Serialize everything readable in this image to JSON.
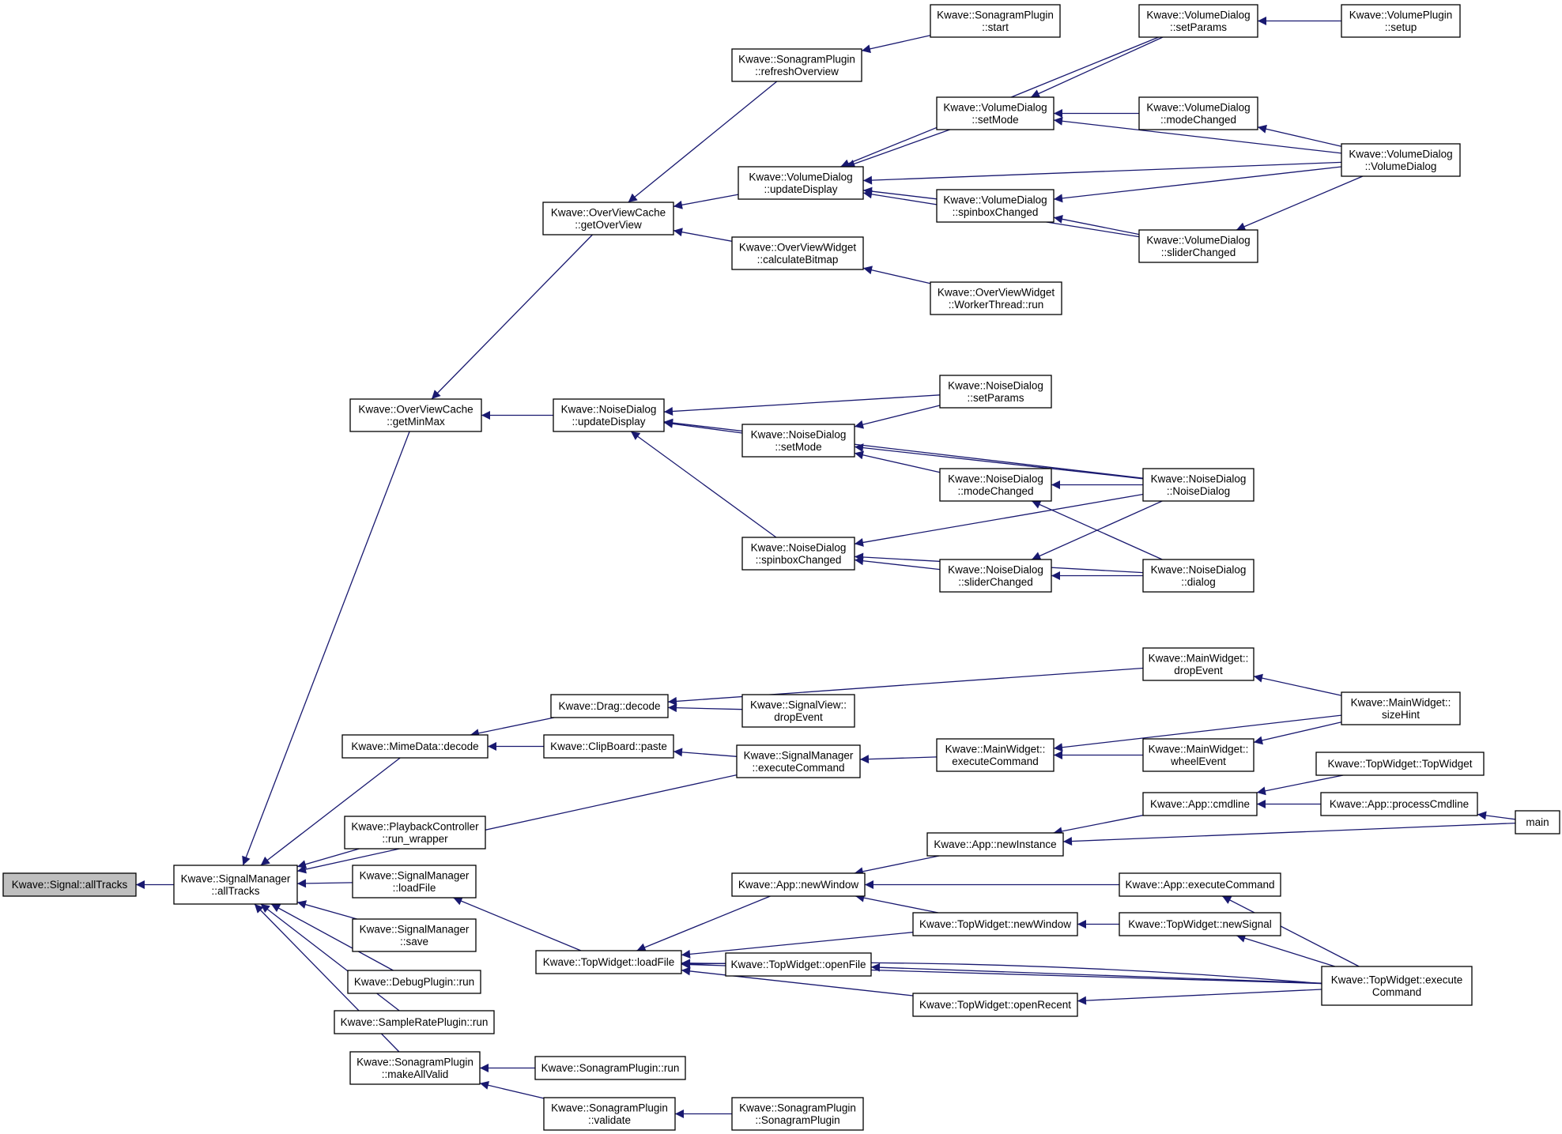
{
  "graph": {
    "title": "Kwave::Signal::allTracks caller graph",
    "colors": {
      "edge": "#191970",
      "node_border": "#000000",
      "root_fill": "#bfbfbf",
      "node_fill": "#ffffff"
    },
    "nodes": [
      {
        "id": "allTracks",
        "lines": [
          "Kwave::Signal::allTracks"
        ],
        "root": true
      },
      {
        "id": "smAllTracks",
        "lines": [
          "Kwave::SignalManager",
          "::allTracks"
        ]
      },
      {
        "id": "getMinMax",
        "lines": [
          "Kwave::OverViewCache",
          "::getMinMax"
        ]
      },
      {
        "id": "mimeDecode",
        "lines": [
          "Kwave::MimeData::decode"
        ]
      },
      {
        "id": "runWrapper",
        "lines": [
          "Kwave::PlaybackController",
          "::run_wrapper"
        ]
      },
      {
        "id": "smLoadFile",
        "lines": [
          "Kwave::SignalManager",
          "::loadFile"
        ]
      },
      {
        "id": "smSave",
        "lines": [
          "Kwave::SignalManager",
          "::save"
        ]
      },
      {
        "id": "debugRun",
        "lines": [
          "Kwave::DebugPlugin::run"
        ]
      },
      {
        "id": "srRun",
        "lines": [
          "Kwave::SampleRatePlugin::run"
        ]
      },
      {
        "id": "makeAllValid",
        "lines": [
          "Kwave::SonagramPlugin",
          "::makeAllValid"
        ]
      },
      {
        "id": "getOverView",
        "lines": [
          "Kwave::OverViewCache",
          "::getOverView"
        ]
      },
      {
        "id": "ndUpdate",
        "lines": [
          "Kwave::NoiseDialog",
          "::updateDisplay"
        ]
      },
      {
        "id": "dragDecode",
        "lines": [
          "Kwave::Drag::decode"
        ]
      },
      {
        "id": "cbPaste",
        "lines": [
          "Kwave::ClipBoard::paste"
        ]
      },
      {
        "id": "twLoadFile",
        "lines": [
          "Kwave::TopWidget::loadFile"
        ]
      },
      {
        "id": "spRun",
        "lines": [
          "Kwave::SonagramPlugin::run"
        ]
      },
      {
        "id": "spValidate",
        "lines": [
          "Kwave::SonagramPlugin",
          "::validate"
        ]
      },
      {
        "id": "spRefresh",
        "lines": [
          "Kwave::SonagramPlugin",
          "::refreshOverview"
        ]
      },
      {
        "id": "vdUpdate",
        "lines": [
          "Kwave::VolumeDialog",
          "::updateDisplay"
        ]
      },
      {
        "id": "owCalc",
        "lines": [
          "Kwave::OverViewWidget",
          "::calculateBitmap"
        ]
      },
      {
        "id": "ndSetMode",
        "lines": [
          "Kwave::NoiseDialog",
          "::setMode"
        ]
      },
      {
        "id": "ndSpinbox",
        "lines": [
          "Kwave::NoiseDialog",
          "::spinboxChanged"
        ]
      },
      {
        "id": "svDrop",
        "lines": [
          "Kwave::SignalView::",
          "dropEvent"
        ]
      },
      {
        "id": "smExec",
        "lines": [
          "Kwave::SignalManager",
          "::executeCommand"
        ]
      },
      {
        "id": "appNewWindow",
        "lines": [
          "Kwave::App::newWindow"
        ]
      },
      {
        "id": "twOpenFile",
        "lines": [
          "Kwave::TopWidget::openFile"
        ]
      },
      {
        "id": "spCtor",
        "lines": [
          "Kwave::SonagramPlugin",
          "::SonagramPlugin"
        ]
      },
      {
        "id": "spStart",
        "lines": [
          "Kwave::SonagramPlugin",
          "::start"
        ]
      },
      {
        "id": "vdSetMode",
        "lines": [
          "Kwave::VolumeDialog",
          "::setMode"
        ]
      },
      {
        "id": "vdSpinbox",
        "lines": [
          "Kwave::VolumeDialog",
          "::spinboxChanged"
        ]
      },
      {
        "id": "owWorker",
        "lines": [
          "Kwave::OverViewWidget",
          "::WorkerThread::run"
        ]
      },
      {
        "id": "ndSetParams",
        "lines": [
          "Kwave::NoiseDialog",
          "::setParams"
        ]
      },
      {
        "id": "ndModeChanged",
        "lines": [
          "Kwave::NoiseDialog",
          "::modeChanged"
        ]
      },
      {
        "id": "ndSlider",
        "lines": [
          "Kwave::NoiseDialog",
          "::sliderChanged"
        ]
      },
      {
        "id": "mwExec",
        "lines": [
          "Kwave::MainWidget::",
          "executeCommand"
        ]
      },
      {
        "id": "appNewInstance",
        "lines": [
          "Kwave::App::newInstance"
        ]
      },
      {
        "id": "twNewWindow",
        "lines": [
          "Kwave::TopWidget::newWindow"
        ]
      },
      {
        "id": "twOpenRecent",
        "lines": [
          "Kwave::TopWidget::openRecent"
        ]
      },
      {
        "id": "vdSetParams",
        "lines": [
          "Kwave::VolumeDialog",
          "::setParams"
        ]
      },
      {
        "id": "vdModeChanged",
        "lines": [
          "Kwave::VolumeDialog",
          "::modeChanged"
        ]
      },
      {
        "id": "vdSlider",
        "lines": [
          "Kwave::VolumeDialog",
          "::sliderChanged"
        ]
      },
      {
        "id": "ndCtor",
        "lines": [
          "Kwave::NoiseDialog",
          "::NoiseDialog"
        ]
      },
      {
        "id": "ndDialog",
        "lines": [
          "Kwave::NoiseDialog",
          "::dialog"
        ]
      },
      {
        "id": "mwDrop",
        "lines": [
          "Kwave::MainWidget::",
          "dropEvent"
        ]
      },
      {
        "id": "mwWheel",
        "lines": [
          "Kwave::MainWidget::",
          "wheelEvent"
        ]
      },
      {
        "id": "appCmdline",
        "lines": [
          "Kwave::App::cmdline"
        ]
      },
      {
        "id": "appExec",
        "lines": [
          "Kwave::App::executeCommand"
        ]
      },
      {
        "id": "twNewSignal",
        "lines": [
          "Kwave::TopWidget::newSignal"
        ]
      },
      {
        "id": "vpSetup",
        "lines": [
          "Kwave::VolumePlugin",
          "::setup"
        ]
      },
      {
        "id": "vdCtor",
        "lines": [
          "Kwave::VolumeDialog",
          "::VolumeDialog"
        ]
      },
      {
        "id": "mwSizeHint",
        "lines": [
          "Kwave::MainWidget::",
          "sizeHint"
        ]
      },
      {
        "id": "twTopWidget",
        "lines": [
          "Kwave::TopWidget::TopWidget"
        ]
      },
      {
        "id": "appProcCmd",
        "lines": [
          "Kwave::App::processCmdline"
        ]
      },
      {
        "id": "twExec",
        "lines": [
          "Kwave::TopWidget::execute",
          "Command"
        ]
      },
      {
        "id": "main",
        "lines": [
          "main"
        ]
      }
    ],
    "edges": [
      {
        "to": "allTracks",
        "from": "smAllTracks"
      },
      {
        "to": "smAllTracks",
        "from": "getMinMax"
      },
      {
        "to": "smAllTracks",
        "from": "mimeDecode"
      },
      {
        "to": "smAllTracks",
        "from": "smExec"
      },
      {
        "to": "smAllTracks",
        "from": "runWrapper"
      },
      {
        "to": "smAllTracks",
        "from": "smLoadFile"
      },
      {
        "to": "smAllTracks",
        "from": "smSave"
      },
      {
        "to": "smAllTracks",
        "from": "debugRun"
      },
      {
        "to": "smAllTracks",
        "from": "srRun"
      },
      {
        "to": "smAllTracks",
        "from": "makeAllValid"
      },
      {
        "to": "getMinMax",
        "from": "getOverView"
      },
      {
        "to": "getMinMax",
        "from": "ndUpdate"
      },
      {
        "to": "getOverView",
        "from": "spRefresh"
      },
      {
        "to": "getOverView",
        "from": "vdUpdate"
      },
      {
        "to": "getOverView",
        "from": "owCalc"
      },
      {
        "to": "spRefresh",
        "from": "spStart"
      },
      {
        "to": "owCalc",
        "from": "owWorker"
      },
      {
        "to": "vdUpdate",
        "from": "vdSetParams"
      },
      {
        "to": "vdUpdate",
        "from": "vdSetMode"
      },
      {
        "to": "vdUpdate",
        "from": "vdCtor"
      },
      {
        "to": "vdUpdate",
        "from": "vdSpinbox"
      },
      {
        "to": "vdUpdate",
        "from": "vdSlider"
      },
      {
        "to": "vdSetParams",
        "from": "vpSetup"
      },
      {
        "to": "vdSetMode",
        "from": "vdSetParams"
      },
      {
        "to": "vdSetMode",
        "from": "vdModeChanged"
      },
      {
        "to": "vdSetMode",
        "from": "vdCtor"
      },
      {
        "to": "vdModeChanged",
        "from": "vdCtor"
      },
      {
        "to": "vdSpinbox",
        "from": "vdCtor"
      },
      {
        "to": "vdSpinbox",
        "from": "vdSlider"
      },
      {
        "to": "vdSlider",
        "from": "vdCtor"
      },
      {
        "to": "ndUpdate",
        "from": "ndCtor"
      },
      {
        "to": "ndUpdate",
        "from": "ndSetParams"
      },
      {
        "to": "ndUpdate",
        "from": "ndSetMode"
      },
      {
        "to": "ndUpdate",
        "from": "ndSpinbox"
      },
      {
        "to": "ndSetMode",
        "from": "ndSetParams"
      },
      {
        "to": "ndSetMode",
        "from": "ndCtor"
      },
      {
        "to": "ndSetMode",
        "from": "ndModeChanged"
      },
      {
        "to": "ndModeChanged",
        "from": "ndCtor"
      },
      {
        "to": "ndModeChanged",
        "from": "ndDialog"
      },
      {
        "to": "ndSpinbox",
        "from": "ndCtor"
      },
      {
        "to": "ndSpinbox",
        "from": "ndSlider"
      },
      {
        "to": "ndSpinbox",
        "from": "ndDialog"
      },
      {
        "to": "ndSlider",
        "from": "ndCtor"
      },
      {
        "to": "ndSlider",
        "from": "ndDialog"
      },
      {
        "to": "mimeDecode",
        "from": "dragDecode"
      },
      {
        "to": "mimeDecode",
        "from": "cbPaste"
      },
      {
        "to": "dragDecode",
        "from": "mwDrop"
      },
      {
        "to": "dragDecode",
        "from": "svDrop"
      },
      {
        "to": "mwDrop",
        "from": "mwSizeHint"
      },
      {
        "to": "cbPaste",
        "from": "smExec"
      },
      {
        "to": "smExec",
        "from": "mwExec"
      },
      {
        "to": "mwExec",
        "from": "mwSizeHint"
      },
      {
        "to": "mwExec",
        "from": "mwWheel"
      },
      {
        "to": "mwWheel",
        "from": "mwSizeHint"
      },
      {
        "to": "smLoadFile",
        "from": "twLoadFile"
      },
      {
        "to": "twLoadFile",
        "from": "appNewWindow"
      },
      {
        "to": "twLoadFile",
        "from": "twNewWindow"
      },
      {
        "to": "twLoadFile",
        "from": "twOpenFile"
      },
      {
        "to": "twLoadFile",
        "from": "twOpenRecent"
      },
      {
        "to": "twLoadFile",
        "from": "twExec"
      },
      {
        "to": "twLoadFile",
        "from": "twExec"
      },
      {
        "to": "appNewWindow",
        "from": "appNewInstance"
      },
      {
        "to": "appNewWindow",
        "from": "appExec"
      },
      {
        "to": "appNewWindow",
        "from": "twNewWindow"
      },
      {
        "to": "appNewInstance",
        "from": "appCmdline"
      },
      {
        "to": "appNewInstance",
        "from": "main"
      },
      {
        "to": "appCmdline",
        "from": "twTopWidget"
      },
      {
        "to": "appCmdline",
        "from": "appProcCmd"
      },
      {
        "to": "appProcCmd",
        "from": "main"
      },
      {
        "to": "twNewWindow",
        "from": "twNewSignal"
      },
      {
        "to": "twNewSignal",
        "from": "twExec"
      },
      {
        "to": "appExec",
        "from": "twExec"
      },
      {
        "to": "twOpenFile",
        "from": "twExec"
      },
      {
        "to": "twOpenRecent",
        "from": "twExec"
      },
      {
        "to": "makeAllValid",
        "from": "spRun"
      },
      {
        "to": "makeAllValid",
        "from": "spValidate"
      },
      {
        "to": "spValidate",
        "from": "spCtor"
      }
    ]
  }
}
